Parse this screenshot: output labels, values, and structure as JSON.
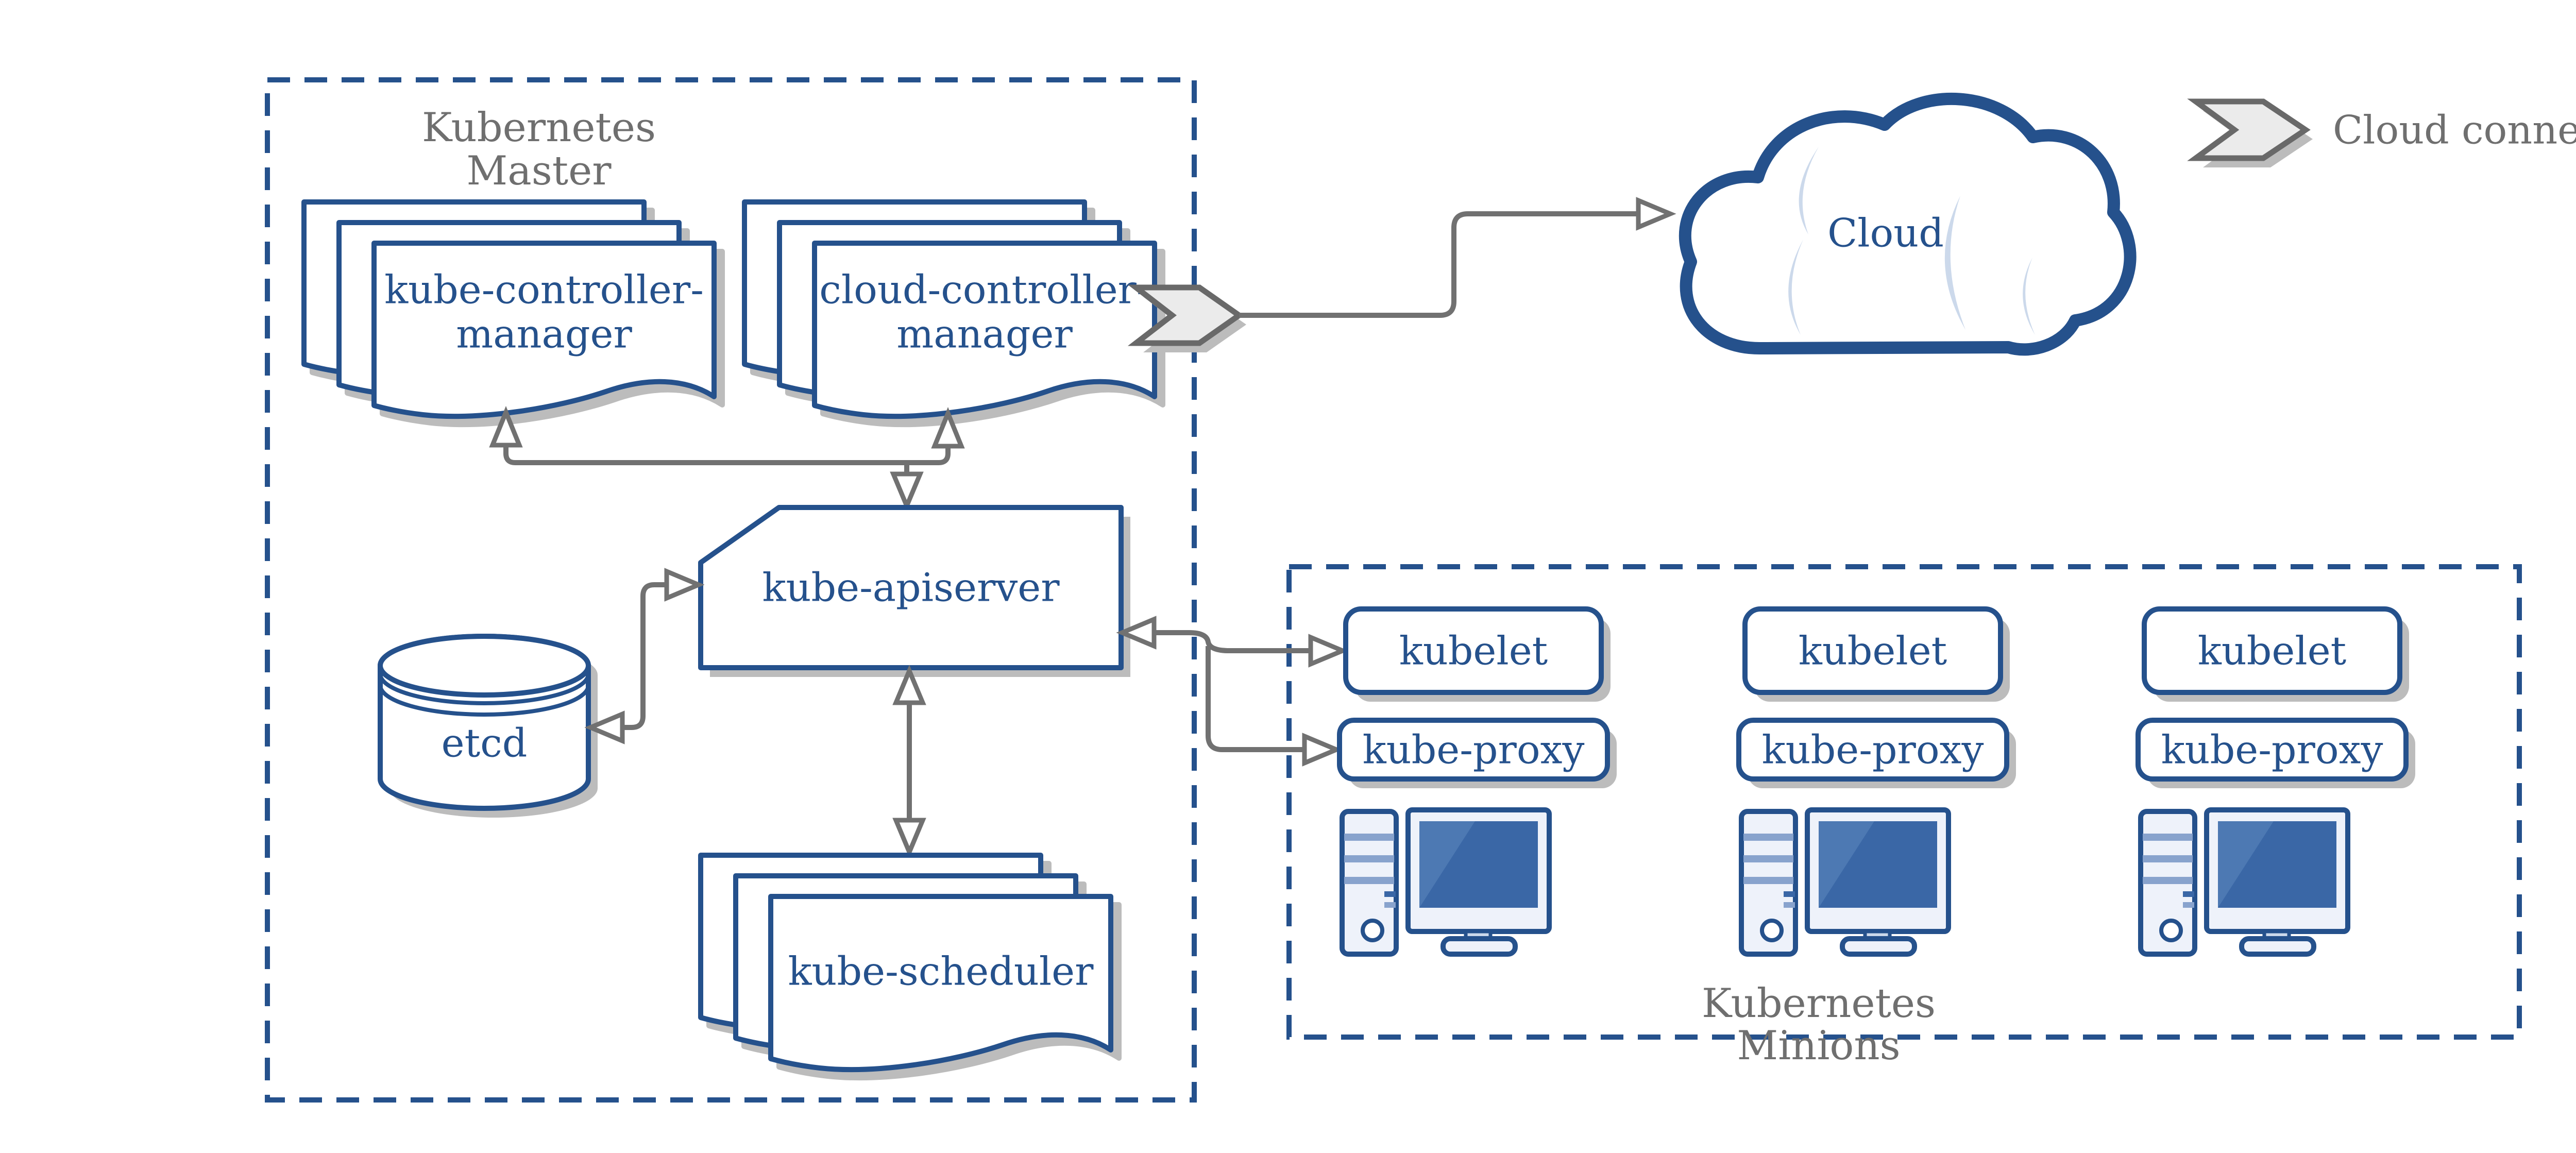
{
  "diagram": {
    "master_group": {
      "line1": "Kubernetes",
      "line2": "Master"
    },
    "minions_group": {
      "line1": "Kubernetes",
      "line2": "Minions"
    },
    "legend": {
      "cloud_connector": "Cloud connector"
    },
    "nodes": {
      "kube_controller_manager": {
        "line1": "kube-controller-",
        "line2": "manager"
      },
      "cloud_controller_manager": {
        "line1": "cloud-controller-",
        "line2": "manager"
      },
      "kube_apiserver": "kube-apiserver",
      "etcd": "etcd",
      "kube_scheduler": "kube-scheduler",
      "cloud": "Cloud"
    },
    "minion_columns": [
      {
        "kubelet": "kubelet",
        "kube_proxy": "kube-proxy"
      },
      {
        "kubelet": "kubelet",
        "kube_proxy": "kube-proxy"
      },
      {
        "kubelet": "kubelet",
        "kube_proxy": "kube-proxy"
      }
    ],
    "colors": {
      "blue": "#25518c",
      "gray_text": "#6f6f6f",
      "arrow_gray": "#717171",
      "shadow": "#bcbcbc",
      "chevron_fill": "#ebebeb",
      "chevron_stroke": "#696969",
      "panel_fill": "#eef2fa",
      "stripe_blue": "#88a3cd",
      "screen_blue": "#3a67a6",
      "screen_highlight": "#4d79b3",
      "crescent_blue": "#ccd9eb"
    }
  }
}
